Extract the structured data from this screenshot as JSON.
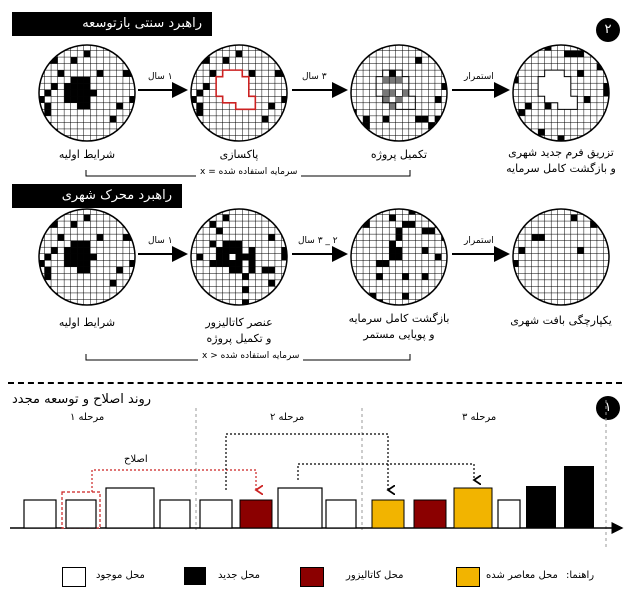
{
  "panel2": {
    "badge": "۲",
    "traditional": {
      "title": "راهبرد سنتی بازتوسعه",
      "stages": [
        "شرایط اولیه",
        "پاکسازی",
        "تکمیل پروژه",
        "تزریق فرم جدید شهری"
      ],
      "stage4_line2": "و بازگشت کامل سرمایه",
      "arrows": [
        "۱ سال",
        "۳ سال",
        "استمرار"
      ],
      "capital": "سرمایه استفاده شده = x"
    },
    "catalyst": {
      "title": "راهبرد محرک شهری",
      "stages": [
        "شرایط اولیه",
        "عنصر کاتالیزور",
        "بازگشت کامل سرمایه",
        "یکپارچگی بافت شهری"
      ],
      "stage2_line2": "و تکمیل پروژه",
      "stage3_line2": "و پویایی مستمر",
      "arrows": [
        "۱ سال",
        "۲ _ ۳ سال",
        "استمرار"
      ],
      "capital": "سرمایه استفاده شده < x"
    }
  },
  "panel1": {
    "badge": "۱",
    "title": "روند اصلاح و توسعه مجدد",
    "phases": [
      "مرحله ۱",
      "مرحله ۲",
      "مرحله ۳"
    ],
    "reform_label": "اصلاح"
  },
  "legend": {
    "title": "راهنما:",
    "items": [
      {
        "label": "محل معاصر شده",
        "color": "#f2b400"
      },
      {
        "label": "محل کاتالیزور",
        "color": "#8b0000"
      },
      {
        "label": "محل جدید",
        "color": "#000000"
      },
      {
        "label": "محل موجود",
        "color": "#ffffff"
      }
    ]
  },
  "colors": {
    "contemporary": "#f2b400",
    "catalyst": "#8b0000",
    "new": "#000000",
    "existing": "#ffffff",
    "reform": "#cc2222"
  }
}
